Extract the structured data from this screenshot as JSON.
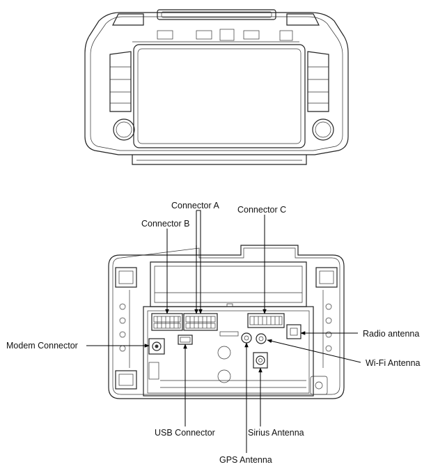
{
  "labels": {
    "connector_a": "Connector A",
    "connector_b": "Connector B",
    "connector_c": "Connector C",
    "modem_connector": "Modem Connector",
    "radio_antenna": "Radio antenna",
    "wifi_antenna": "Wi-Fi Antenna",
    "usb_connector": "USB Connector",
    "sirius_antenna": "Sirius Antenna",
    "gps_antenna": "GPS Antenna"
  },
  "colors": {
    "line": "#222222",
    "background": "#ffffff"
  }
}
